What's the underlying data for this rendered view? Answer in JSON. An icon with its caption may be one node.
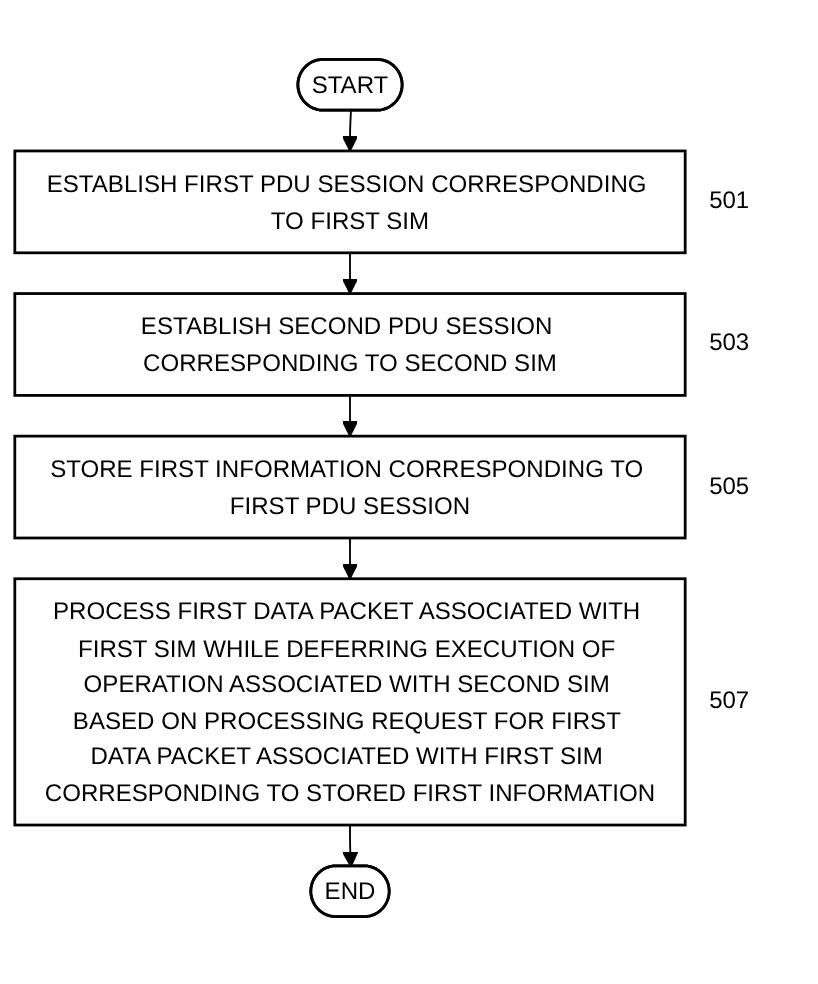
{
  "diagram": {
    "nodes": [
      {
        "text": [
          "START"
        ]
      },
      {
        "text": [
          "ESTABLISH FIRST PDU SESSION CORRESPONDING TO FIRST SIM"
        ],
        "beside": [
          "501"
        ]
      },
      {
        "text": [
          "ESTABLISH SECOND PDU SESSION CORRESPONDING TO SECOND SIM"
        ],
        "beside": [
          "503"
        ]
      },
      {
        "text": [
          "STORE FIRST INFORMATION CORRESPONDING TO FIRST PDU SESSION"
        ],
        "beside": [
          "505"
        ]
      },
      {
        "text": [
          "PROCESS FIRST DATA PACKET ASSOCIATED WITH FIRST SIM WHILE DEFERRING EXECUTION OF OPERATION ASSOCIATED WITH SECOND SIM BASED ON PROCESSING REQUEST FOR FIRST DATA PACKET ASSOCIATED WITH FIRST SIM CORRESPONDING TO STORED FIRST INFORMATION"
        ],
        "beside": [
          "507"
        ]
      },
      {
        "text": [
          "END"
        ]
      }
    ],
    "edges": [
      {
        "from": 0,
        "to": 1,
        "arrow": "to"
      },
      {
        "from": 1,
        "to": 2,
        "arrow": "to"
      },
      {
        "from": 2,
        "to": 3,
        "arrow": "to"
      },
      {
        "from": 3,
        "to": 4,
        "arrow": "to"
      },
      {
        "from": 4,
        "to": 5,
        "arrow": "to"
      }
    ]
  }
}
